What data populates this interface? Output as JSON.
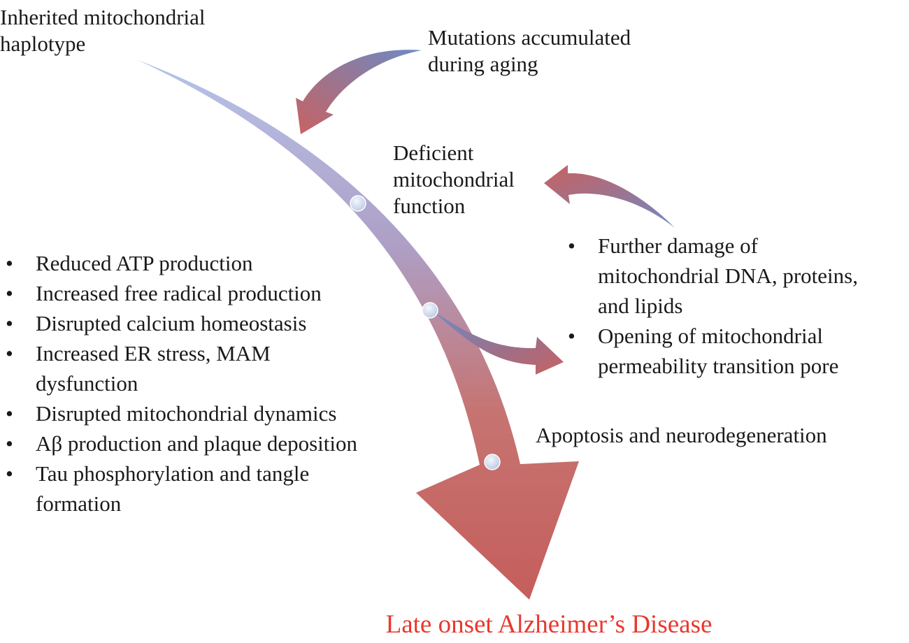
{
  "diagram": {
    "inherited_label": [
      "Inherited mitochondrial",
      "haplotype"
    ],
    "mutations_label": [
      "Mutations accumulated",
      "during aging"
    ],
    "deficient_label": [
      "Deficient",
      "mitochondrial",
      "function"
    ],
    "apoptosis_label": "Apoptosis and neurodegeneration",
    "outcome_label": "Late onset Alzheimer’s Disease",
    "consequences": [
      [
        "Reduced ATP production"
      ],
      [
        "Increased free radical production"
      ],
      [
        "Disrupted calcium homeostasis"
      ],
      [
        "Increased ER stress, MAM",
        "dysfunction"
      ],
      [
        "Disrupted mitochondrial dynamics"
      ],
      [
        "Aβ production and plaque deposition"
      ],
      [
        "Tau phosphorylation and tangle",
        "formation"
      ]
    ],
    "feedback_effects": [
      [
        "Further damage of",
        "mitochondrial DNA, proteins,",
        "and lipids"
      ],
      [
        "Opening of mitochondrial",
        "permeability transition pore"
      ]
    ],
    "colors": {
      "arrow_start": "#aebce6",
      "arrow_end": "#c9625e",
      "outcome_text": "#e8382e",
      "node": "#d4dff0"
    }
  }
}
